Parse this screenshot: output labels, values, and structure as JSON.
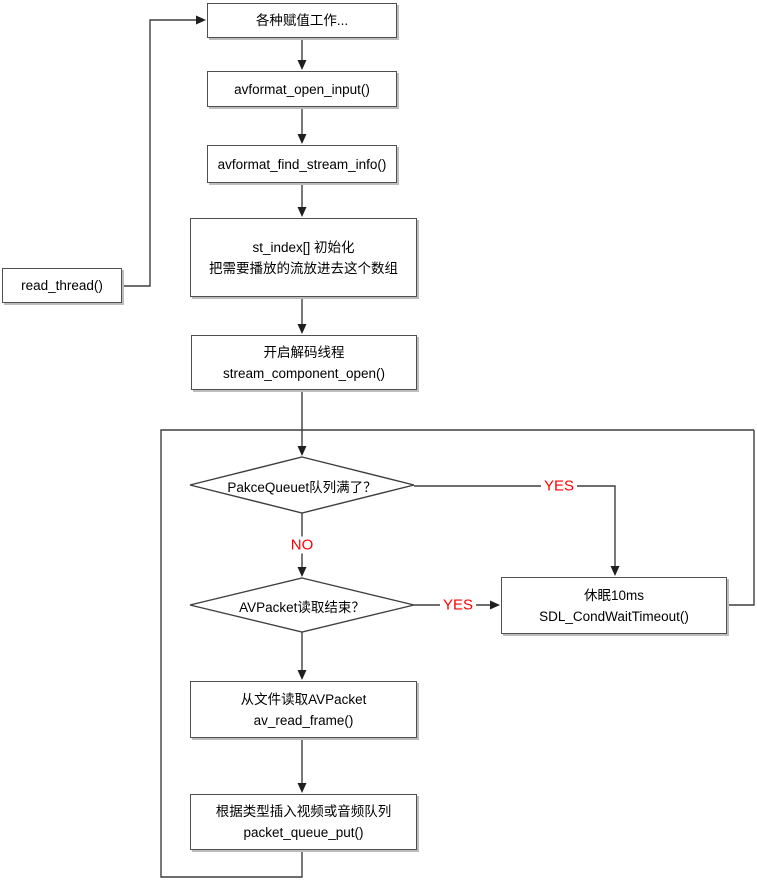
{
  "nodes": {
    "read_thread": {
      "label": "read_thread()"
    },
    "assign": {
      "label": "各种赋值工作..."
    },
    "open_input": {
      "label": "avformat_open_input()"
    },
    "find_stream_info": {
      "label": "avformat_find_stream_info()"
    },
    "st_index": {
      "lines": [
        "st_index[] 初始化",
        "把需要播放的流放进去这个数组"
      ]
    },
    "component_open": {
      "lines": [
        "开启解码线程",
        "stream_component_open()"
      ]
    },
    "queue_full": {
      "label": "PakceQueuet队列满了？"
    },
    "packet_eof": {
      "label": "AVPacket读取结束？"
    },
    "sleep": {
      "lines": [
        "休眠10ms",
        "SDL_CondWaitTimeout()"
      ]
    },
    "read_frame": {
      "lines": [
        "从文件读取AVPacket",
        "av_read_frame()"
      ]
    },
    "queue_put": {
      "lines": [
        "根据类型插入视频或音频队列",
        "packet_queue_put()"
      ]
    }
  },
  "edge_labels": {
    "queue_full_yes": "YES",
    "queue_full_no": "NO",
    "packet_eof_yes": "YES"
  },
  "colors": {
    "line": "#3f3f3f",
    "arrowhead": "#1f1f1f",
    "branch_label": "#ff0000",
    "node_border": "#4f4f4f",
    "node_fill": "#ffffff",
    "text": "#000000",
    "background": "#ffffff"
  }
}
